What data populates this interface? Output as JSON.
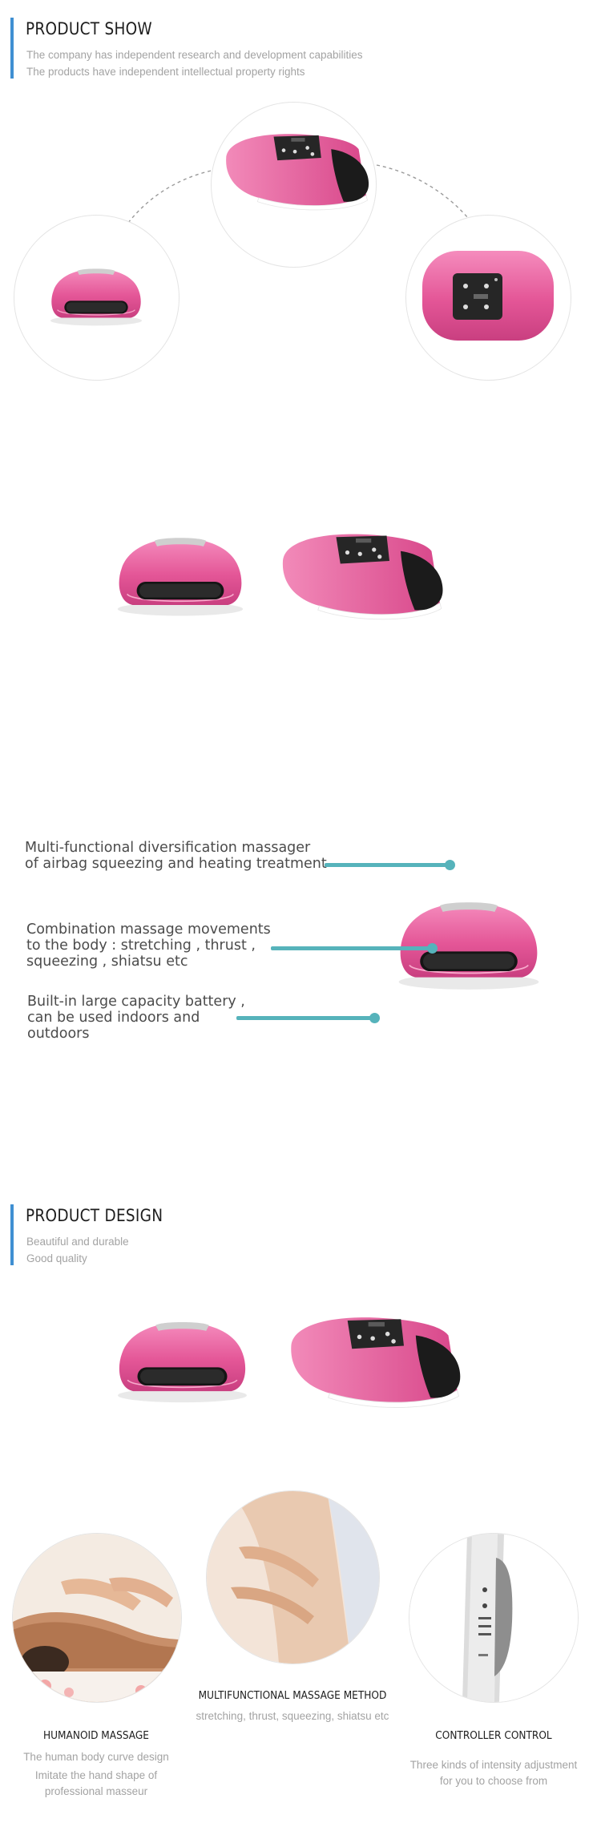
{
  "product_show": {
    "title": "PRODUCT SHOW",
    "lines": [
      "The company has independent research and development capabilities",
      "The products have independent intellectual property rights"
    ]
  },
  "features": [
    {
      "lines": [
        "Multi-functional diversification massager",
        "of airbag squeezing and heating treatment"
      ]
    },
    {
      "lines": [
        "Combination massage movements",
        "to the body : stretching , thrust ,",
        "squeezing , shiatsu etc"
      ]
    },
    {
      "lines": [
        "Built-in large capacity battery ,",
        "can be used indoors and",
        "outdoors"
      ]
    }
  ],
  "product_design": {
    "title": "PRODUCT DESIGN",
    "lines": [
      "Beautiful and durable",
      "Good quality"
    ]
  },
  "captions": {
    "humanoid": {
      "title": "HUMANOID MASSAGE",
      "lines": [
        "The human body curve design",
        "Imitate the hand shape of",
        "professional masseur"
      ]
    },
    "multi": {
      "title": "MULTIFUNCTIONAL MASSAGE METHOD",
      "lines": [
        "stretching,  thrust,  squeezing,  shiatsu etc"
      ]
    },
    "controller": {
      "title": "CONTROLLER CONTROL",
      "lines": [
        "Three kinds of intensity adjustment",
        "for you to choose from"
      ]
    }
  },
  "colors": {
    "accent": "#3f8fd2",
    "teal": "#56b3bb",
    "pink": "#e8579a"
  }
}
